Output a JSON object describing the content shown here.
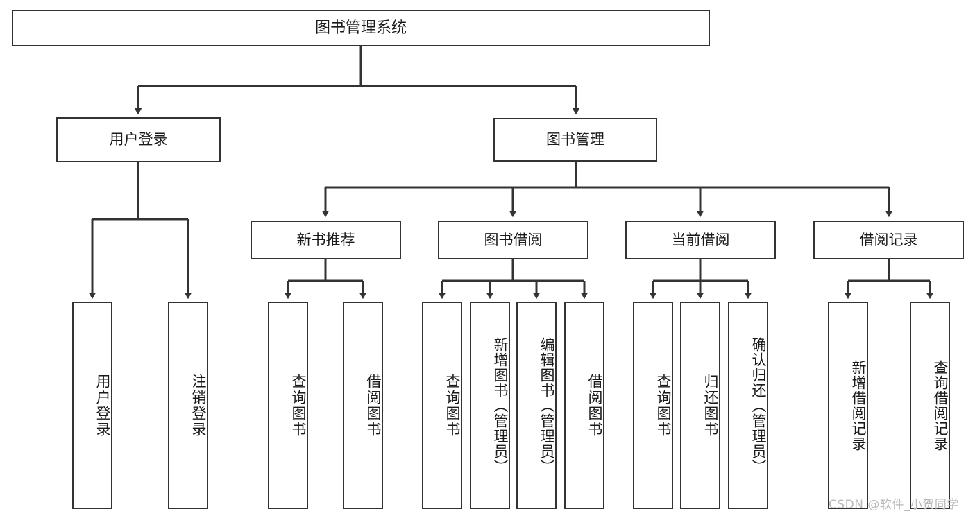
{
  "diagram": {
    "title": "图书管理系统",
    "type": "functional-structure-tree",
    "watermark": "CSDN @软件_小贺同学",
    "colors": {
      "stroke": "#333333",
      "fill": "#ffffff",
      "text": "#1a1a1a",
      "watermark": "#b9b9b9"
    },
    "levels": {
      "root": {
        "label": "图书管理系统"
      },
      "modules": [
        {
          "id": "user-login",
          "label": "用户登录"
        },
        {
          "id": "book-manage",
          "label": "图书管理"
        }
      ],
      "submodules": [
        {
          "id": "new-book-recommend",
          "label": "新书推荐",
          "parent": "book-manage"
        },
        {
          "id": "book-borrow",
          "label": "图书借阅",
          "parent": "book-manage"
        },
        {
          "id": "current-borrow",
          "label": "当前借阅",
          "parent": "book-manage"
        },
        {
          "id": "borrow-record",
          "label": "借阅记录",
          "parent": "book-manage"
        }
      ],
      "leaves": [
        {
          "id": "leaf-user-login",
          "label": "用户登录",
          "parent": "user-login"
        },
        {
          "id": "leaf-user-logout",
          "label": "注销登录",
          "parent": "user-login"
        },
        {
          "id": "leaf-query-book-1",
          "label": "查询图书",
          "parent": "new-book-recommend"
        },
        {
          "id": "leaf-borrow-book-1",
          "label": "借阅图书",
          "parent": "new-book-recommend"
        },
        {
          "id": "leaf-query-book-2",
          "label": "查询图书",
          "parent": "book-borrow"
        },
        {
          "id": "leaf-add-book",
          "label": "新增图书（管理员）",
          "parent": "book-borrow"
        },
        {
          "id": "leaf-edit-book",
          "label": "编辑图书（管理员）",
          "parent": "book-borrow"
        },
        {
          "id": "leaf-borrow-book-2",
          "label": "借阅图书",
          "parent": "book-borrow"
        },
        {
          "id": "leaf-query-book-3",
          "label": "查询图书",
          "parent": "current-borrow"
        },
        {
          "id": "leaf-return-book",
          "label": "归还图书",
          "parent": "current-borrow"
        },
        {
          "id": "leaf-confirm-return",
          "label": "确认归还（管理员）",
          "parent": "current-borrow"
        },
        {
          "id": "leaf-add-record",
          "label": "新增借阅记录",
          "parent": "borrow-record"
        },
        {
          "id": "leaf-query-record",
          "label": "查询借阅记录",
          "parent": "borrow-record"
        }
      ]
    }
  }
}
